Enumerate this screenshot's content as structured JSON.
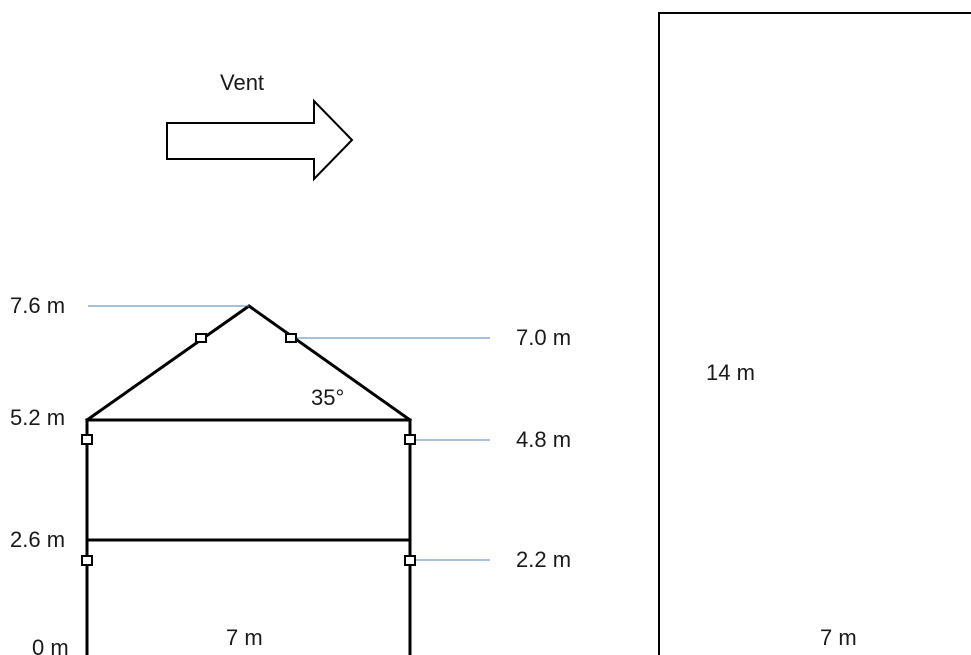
{
  "wind": {
    "label": "Vent"
  },
  "levels_left": {
    "ridge": "7.6 m",
    "eave": "5.2 m",
    "floor": "2.6 m",
    "ground": "0 m"
  },
  "taps_right": {
    "roof": "7.0 m",
    "upper": "4.8 m",
    "lower": "2.2 m"
  },
  "roof_angle": "35°",
  "elevation_width": "7 m",
  "plan": {
    "length": "14 m",
    "width": "7 m"
  }
}
